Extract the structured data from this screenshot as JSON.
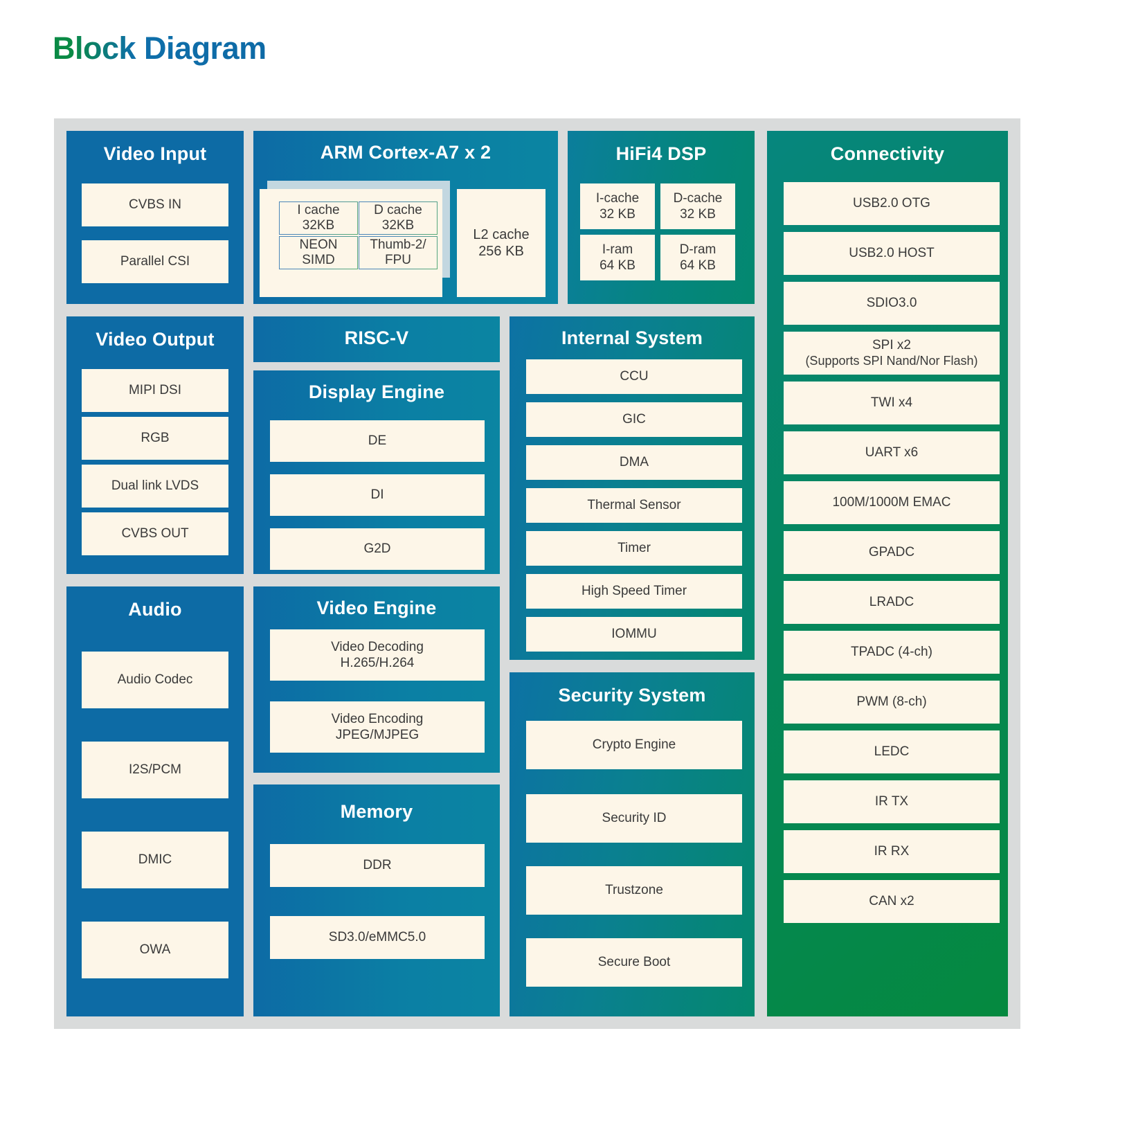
{
  "title": "Block Diagram",
  "colors": {
    "blue": "#0d6ba5",
    "teal": "#05857f",
    "green": "#05893f",
    "item_bg": "#fdf6e8",
    "frame_bg": "#d9dbdb",
    "card_back": "#c3d7e0"
  },
  "blocks": {
    "video_input": {
      "title": "Video Input",
      "items": [
        "CVBS IN",
        "Parallel CSI"
      ]
    },
    "video_output": {
      "title": "Video Output",
      "items": [
        "MIPI DSI",
        "RGB",
        "Dual link LVDS",
        "CVBS OUT"
      ]
    },
    "audio": {
      "title": "Audio",
      "items": [
        "Audio Codec",
        "I2S/PCM",
        "DMIC",
        "OWA"
      ]
    },
    "arm": {
      "title": "ARM Cortex-A7 x 2",
      "sub_items": [
        {
          "line1": "I cache",
          "line2": "32KB"
        },
        {
          "line1": "D cache",
          "line2": "32KB"
        },
        {
          "line1": "NEON",
          "line2": "SIMD"
        },
        {
          "line1": "Thumb-2/",
          "line2": "FPU"
        }
      ],
      "l2": {
        "line1": "L2 cache",
        "line2": "256 KB"
      }
    },
    "riscv": {
      "title": "RISC-V"
    },
    "display_engine": {
      "title": "Display Engine",
      "items": [
        "DE",
        "DI",
        "G2D"
      ]
    },
    "video_engine": {
      "title": "Video Engine",
      "items": [
        {
          "line1": "Video Decoding",
          "line2": "H.265/H.264"
        },
        {
          "line1": "Video Encoding",
          "line2": "JPEG/MJPEG"
        }
      ]
    },
    "memory": {
      "title": "Memory",
      "items": [
        "DDR",
        "SD3.0/eMMC5.0"
      ]
    },
    "hifi4": {
      "title": "HiFi4 DSP",
      "items": [
        {
          "line1": "I-cache",
          "line2": "32 KB"
        },
        {
          "line1": "D-cache",
          "line2": "32 KB"
        },
        {
          "line1": "I-ram",
          "line2": "64 KB"
        },
        {
          "line1": "D-ram",
          "line2": "64 KB"
        }
      ]
    },
    "internal_system": {
      "title": "Internal System",
      "items": [
        "CCU",
        "GIC",
        "DMA",
        "Thermal Sensor",
        "Timer",
        "High Speed Timer",
        "IOMMU"
      ]
    },
    "security_system": {
      "title": "Security System",
      "items": [
        "Crypto Engine",
        "Security ID",
        "Trustzone",
        "Secure Boot"
      ]
    },
    "connectivity": {
      "title": "Connectivity",
      "items": [
        {
          "line1": "USB2.0 OTG",
          "line2": ""
        },
        {
          "line1": "USB2.0 HOST",
          "line2": ""
        },
        {
          "line1": "SDIO3.0",
          "line2": ""
        },
        {
          "line1": "SPI x2",
          "line2": "(Supports SPI Nand/Nor Flash)"
        },
        {
          "line1": "TWI x4",
          "line2": ""
        },
        {
          "line1": "UART x6",
          "line2": ""
        },
        {
          "line1": "100M/1000M EMAC",
          "line2": ""
        },
        {
          "line1": "GPADC",
          "line2": ""
        },
        {
          "line1": "LRADC",
          "line2": ""
        },
        {
          "line1": "TPADC (4-ch)",
          "line2": ""
        },
        {
          "line1": "PWM (8-ch)",
          "line2": ""
        },
        {
          "line1": "LEDC",
          "line2": ""
        },
        {
          "line1": "IR TX",
          "line2": ""
        },
        {
          "line1": "IR RX",
          "line2": ""
        },
        {
          "line1": "CAN x2",
          "line2": ""
        }
      ]
    }
  }
}
